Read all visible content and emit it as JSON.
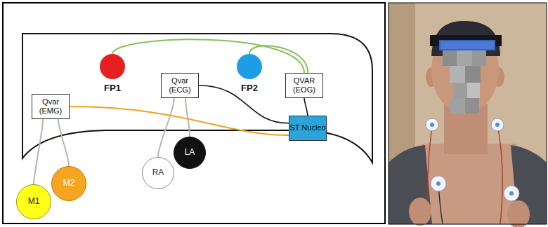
{
  "diagram": {
    "nodes": [
      {
        "text": [
          "FP1"
        ]
      },
      {
        "text": [
          "FP2"
        ]
      },
      {
        "text": [
          "Qvar (ECG)"
        ]
      },
      {
        "text": [
          "QVAR (EOG)"
        ]
      },
      {
        "text": [
          "Qvar (EMG)"
        ]
      },
      {
        "text": [
          "ST Nucleo"
        ]
      },
      {
        "text": [
          "M1"
        ]
      },
      {
        "text": [
          "M2"
        ]
      },
      {
        "text": [
          "RA"
        ]
      },
      {
        "text": [
          "LA"
        ]
      }
    ],
    "edges": [
      {
        "from": 0,
        "to": 3,
        "arrow": "none"
      },
      {
        "from": 1,
        "to": 3,
        "arrow": "none"
      },
      {
        "from": 4,
        "to": 6,
        "arrow": "none"
      },
      {
        "from": 4,
        "to": 7,
        "arrow": "none"
      },
      {
        "from": 2,
        "to": 8,
        "arrow": "none"
      },
      {
        "from": 2,
        "to": 9,
        "arrow": "none"
      },
      {
        "from": 4,
        "to": 5,
        "arrow": "none"
      },
      {
        "from": 2,
        "to": 5,
        "arrow": "none"
      },
      {
        "from": 3,
        "to": 5,
        "arrow": "none"
      }
    ]
  }
}
